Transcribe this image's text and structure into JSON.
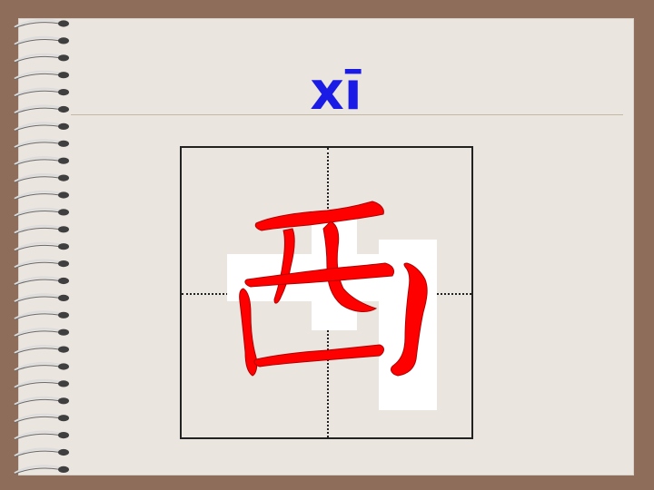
{
  "slide": {
    "pinyin": "xī",
    "character_name": "西",
    "stroke_color": "#ff0000",
    "pinyin_color": "#1b1be6",
    "background_color": "#8e6d5a",
    "paper_color": "#ebe5e0"
  },
  "decor": {
    "binding": "spiral-binding-icon",
    "grid": "tian-zi-ge-practice-grid"
  }
}
